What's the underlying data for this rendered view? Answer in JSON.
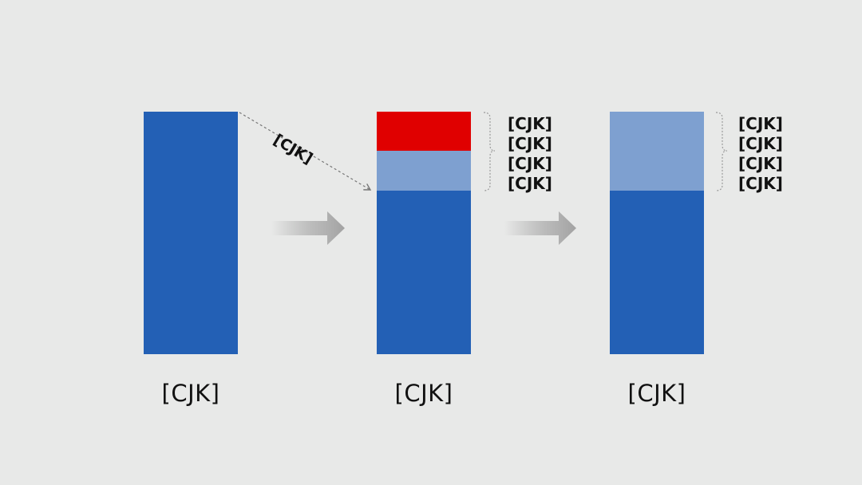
{
  "colors": {
    "background": "#e8e9e8",
    "base_blue": "#2360b5",
    "saving_light_blue": "#7ea0d0",
    "shared_red": "#e00000",
    "arrow_gray": "#a8a8a8",
    "bracket_gray": "#9a9a9a"
  },
  "bars": [
    {
      "caption": "[CJK]",
      "segments": [
        {
          "role": "base",
          "color": "#2360b5"
        }
      ]
    },
    {
      "caption": "[CJK]",
      "segments": [
        {
          "role": "shared-saving",
          "color": "#e00000"
        },
        {
          "role": "client-saving",
          "color": "#7ea0d0"
        },
        {
          "role": "base",
          "color": "#2360b5"
        }
      ],
      "side_label": [
        "[CJK]",
        "[CJK]",
        "[CJK]",
        "[CJK]"
      ]
    },
    {
      "caption": "[CJK]",
      "segments": [
        {
          "role": "client-saving",
          "color": "#7ea0d0"
        },
        {
          "role": "base",
          "color": "#2360b5"
        }
      ],
      "side_label": [
        "[CJK]",
        "[CJK]",
        "[CJK]",
        "[CJK]"
      ]
    }
  ],
  "annotation": {
    "saving_label": "[CJK]"
  },
  "icons": {
    "transition_arrow": "arrow-right-icon",
    "dashed_pointer": "dashed-arrow-icon",
    "brace": "bracket-icon"
  }
}
